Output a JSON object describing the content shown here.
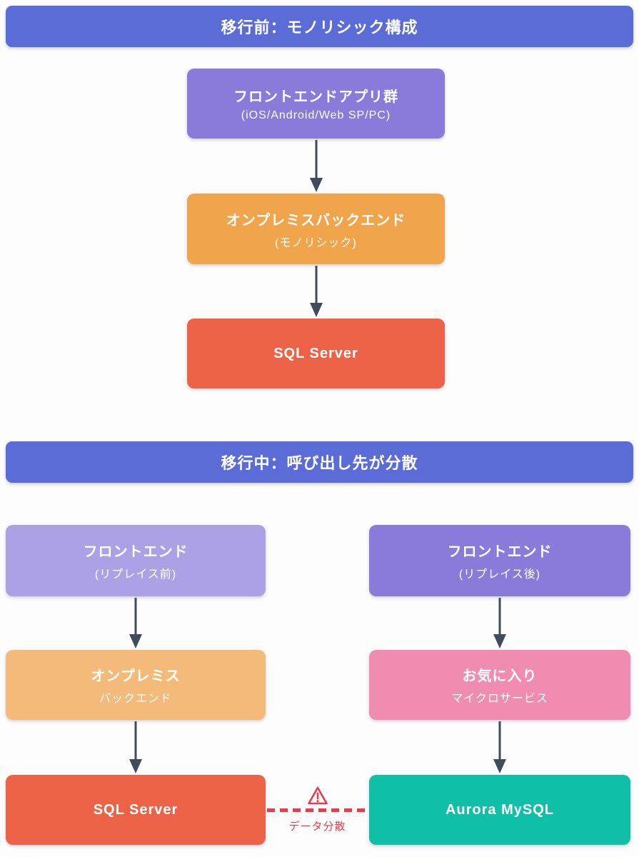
{
  "colors": {
    "header_blue": "#5b6cd6",
    "purple": "#8a7bdb",
    "light_purple": "#aca1e4",
    "orange": "#f0a44c",
    "light_orange": "#f4ba79",
    "red": "#ed6347",
    "pink": "#f08cb0",
    "teal": "#10bfa8",
    "arrow": "#414b5a",
    "warning_red": "#e73c4e"
  },
  "section_before": {
    "title": "移行前：モノリシック構成",
    "nodes": [
      {
        "title": "フロントエンドアプリ群",
        "subtitle": "(iOS/Android/Web SP/PC)",
        "color": "#8a7bdb"
      },
      {
        "title": "オンプレミスバックエンド",
        "subtitle": "(モノリシック)",
        "color": "#f0a44c"
      },
      {
        "title": "SQL Server",
        "subtitle": "",
        "color": "#ed6347"
      }
    ]
  },
  "section_during": {
    "title": "移行中：呼び出し先が分散",
    "left_column": [
      {
        "title": "フロントエンド",
        "subtitle": "(リプレイス前)",
        "color": "#aca1e4"
      },
      {
        "title": "オンプレミス",
        "subtitle": "バックエンド",
        "color": "#f4ba79"
      },
      {
        "title": "SQL Server",
        "subtitle": "",
        "color": "#ed6347"
      }
    ],
    "right_column": [
      {
        "title": "フロントエンド",
        "subtitle": "(リプレイス後)",
        "color": "#8a7bdb"
      },
      {
        "title": "お気に入り",
        "subtitle": "マイクロサービス",
        "color": "#f08cb0"
      },
      {
        "title": "Aurora MySQL",
        "subtitle": "",
        "color": "#10bfa8"
      }
    ],
    "warning": {
      "label": "データ分散",
      "color": "#e73c4e"
    }
  }
}
